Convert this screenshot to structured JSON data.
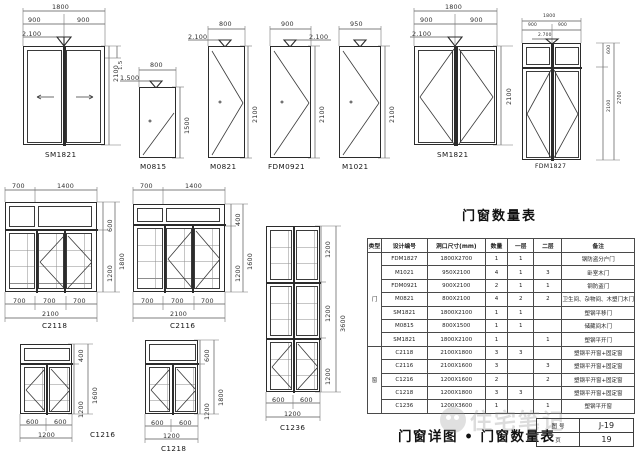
{
  "sheet": {
    "schedule_title": "门窗数量表",
    "footer_title": "门窗详图 • 门窗数量表",
    "watermark": "住宅笔记",
    "columns": [
      "类型",
      "设计编号",
      "洞口尺寸(mm)",
      "数量",
      "一层",
      "二层",
      "备注"
    ],
    "rows": [
      {
        "cat": "门",
        "code": "FDM1827",
        "size": "1800X2700",
        "qty": "1",
        "f1": "1",
        "f2": "",
        "remark": "钢防盗分户门"
      },
      {
        "cat": "",
        "code": "M1021",
        "size": "950X2100",
        "qty": "4",
        "f1": "1",
        "f2": "3",
        "remark": "卧室木门"
      },
      {
        "cat": "",
        "code": "FDM0921",
        "size": "900X2100",
        "qty": "2",
        "f1": "1",
        "f2": "1",
        "remark": "钢防盗门"
      },
      {
        "cat": "",
        "code": "M0821",
        "size": "800X2100",
        "qty": "4",
        "f1": "2",
        "f2": "2",
        "remark": "卫生间、杂物间、木塑门木门"
      },
      {
        "cat": "",
        "code": "SM1821",
        "size": "1800X2100",
        "qty": "1",
        "f1": "1",
        "f2": "",
        "remark": "塑钢平移门"
      },
      {
        "cat": "",
        "code": "M0815",
        "size": "800X1500",
        "qty": "1",
        "f1": "1",
        "f2": "",
        "remark": "储藏间木门"
      },
      {
        "cat": "",
        "code": "SM1821",
        "size": "1800X2100",
        "qty": "1",
        "f1": "",
        "f2": "1",
        "remark": "塑钢平开门"
      },
      {
        "cat": "窗",
        "code": "C2118",
        "size": "2100X1800",
        "qty": "3",
        "f1": "3",
        "f2": "",
        "remark": "塑钢平开窗+固定窗"
      },
      {
        "cat": "",
        "code": "C2116",
        "size": "2100X1600",
        "qty": "3",
        "f1": "",
        "f2": "3",
        "remark": "塑钢平开窗+固定窗"
      },
      {
        "cat": "",
        "code": "C1216",
        "size": "1200X1600",
        "qty": "2",
        "f1": "",
        "f2": "2",
        "remark": "塑钢平开窗+固定窗"
      },
      {
        "cat": "",
        "code": "C1218",
        "size": "1200X1800",
        "qty": "3",
        "f1": "3",
        "f2": "",
        "remark": "塑钢平开窗+固定窗"
      },
      {
        "cat": "",
        "code": "C1236",
        "size": "1200X3600",
        "qty": "1",
        "f1": "",
        "f2": "1",
        "remark": "塑钢平开窗"
      }
    ]
  },
  "title_block": {
    "label_page": "图 号",
    "value_page": "J-19",
    "label_sheet": "页",
    "value_sheet": "19"
  },
  "details": {
    "sm1821_a": {
      "tag": "SM1821",
      "total_w": "1800",
      "left_w": "900",
      "right_w": "900",
      "elev": "2.100",
      "height": "2100",
      "head": "1.5"
    },
    "m0815": {
      "tag": "M0815",
      "width": "800",
      "elev": "1.500",
      "height": "1500"
    },
    "m0821": {
      "tag": "M0821",
      "width": "800",
      "elev": "2.100",
      "height": "2100"
    },
    "fdm0921": {
      "tag": "FDM0921",
      "width": "900",
      "elev": "2.100",
      "height": "2100"
    },
    "m1021": {
      "tag": "M1021",
      "width": "950",
      "elev": "2.100",
      "height": "2100"
    },
    "sm1821_b": {
      "tag": "SM1821",
      "total_w": "1800",
      "left_w": "900",
      "right_w": "900",
      "elev": "2.100",
      "height": "2100"
    },
    "fdm1827": {
      "tag": "FDM1827",
      "total_w": "1800",
      "left_w": "900",
      "right_w": "900",
      "elev": "2.700",
      "height": "2700",
      "transom_h": "600",
      "leaf_h": "2100"
    },
    "c2118": {
      "tag": "C2118",
      "top_a": "700",
      "top_b": "1400",
      "bot_a": "700",
      "bot_b": "700",
      "bot_c": "700",
      "total_w": "2100",
      "transom_h": "600",
      "leaf_h": "1200",
      "total_h": "1800"
    },
    "c2116": {
      "tag": "C2116",
      "top_a": "700",
      "top_b": "1400",
      "bot_a": "700",
      "bot_b": "700",
      "bot_c": "700",
      "total_w": "2100",
      "transom_h": "400",
      "leaf_h": "1200",
      "total_h": "1600"
    },
    "c1236": {
      "tag": "C1236",
      "left_w": "600",
      "right_w": "600",
      "total_w": "1200",
      "seg_a": "1200",
      "seg_b": "1200",
      "seg_c": "1200",
      "total_h": "3600"
    },
    "c1216": {
      "tag": "C1216",
      "left_w": "600",
      "right_w": "600",
      "total_w": "1200",
      "transom_h": "400",
      "leaf_h": "1200",
      "total_h": "1600"
    },
    "c1218": {
      "tag": "C1218",
      "left_w": "600",
      "right_w": "600",
      "total_w": "1200",
      "transom_h": "600",
      "leaf_h": "1200",
      "total_h": "1800"
    }
  }
}
